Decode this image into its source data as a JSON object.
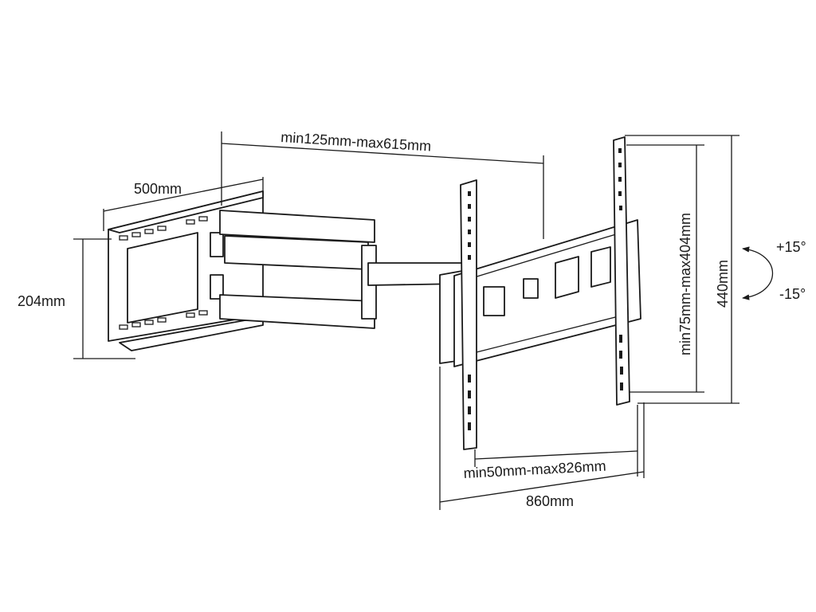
{
  "dimensions": {
    "arm_extension": "min125mm-max615mm",
    "wall_plate_width": "500mm",
    "wall_plate_height": "204mm",
    "vesa_vertical": "min75mm-max404mm",
    "tv_bracket_height": "440mm",
    "vesa_horizontal": "min50mm-max826mm",
    "tv_bracket_width": "860mm"
  },
  "tilt": {
    "up": "+15°",
    "down": "-15°"
  }
}
